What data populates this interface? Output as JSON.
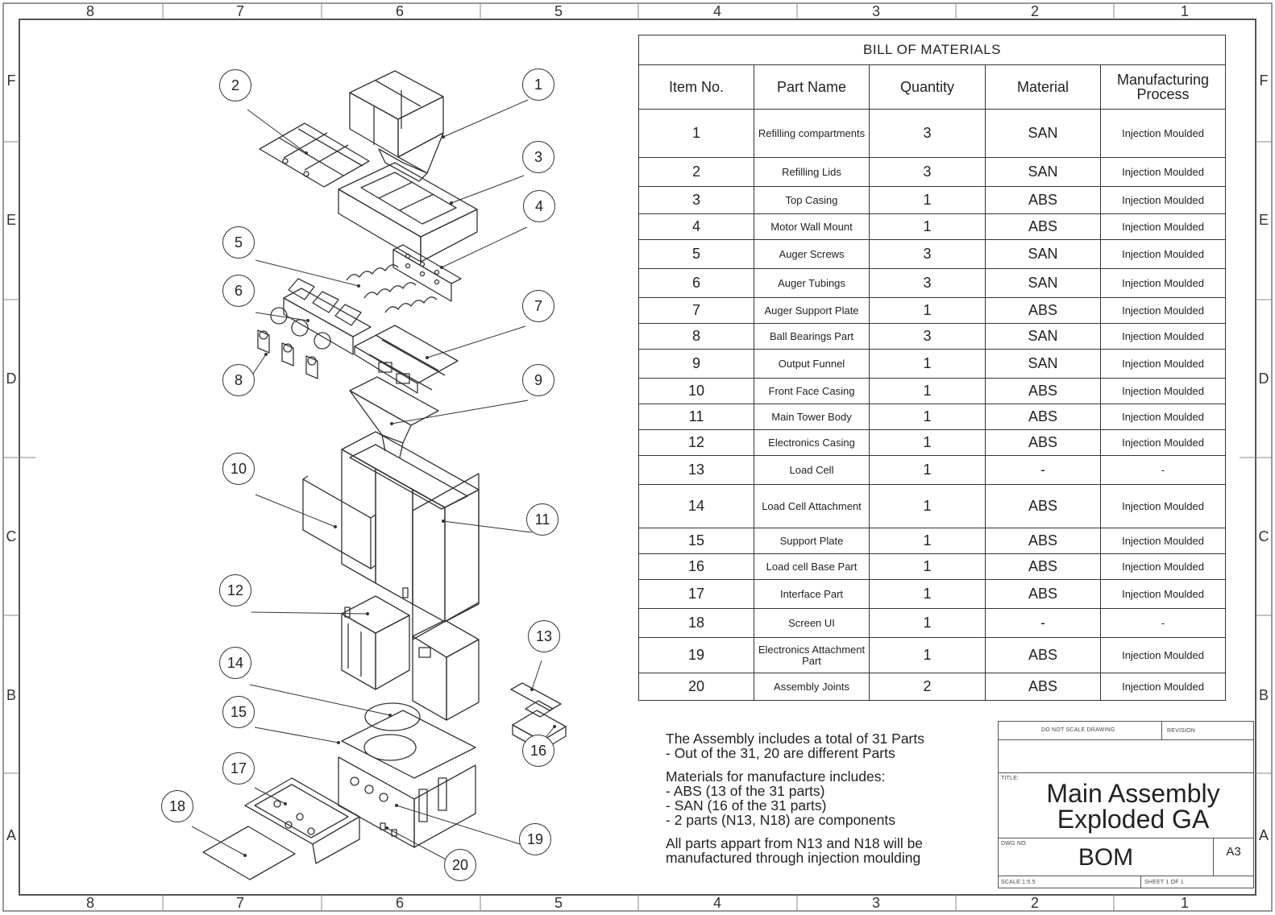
{
  "border": {
    "top_zones": [
      "8",
      "7",
      "6",
      "5",
      "4",
      "3",
      "2",
      "1"
    ],
    "bottom_zones": [
      "8",
      "7",
      "6",
      "5",
      "4",
      "3",
      "2",
      "1"
    ],
    "left_zones": [
      "F",
      "E",
      "D",
      "C",
      "B",
      "A"
    ],
    "right_zones": [
      "F",
      "E",
      "D",
      "C",
      "B",
      "A"
    ]
  },
  "bom": {
    "title": "BILL OF MATERIALS",
    "headers": [
      "Item No.",
      "Part Name",
      "Quantity",
      "Material",
      "Manufacturing Process"
    ],
    "rows": [
      {
        "item": "1",
        "name": "Refilling compartments",
        "qty": "3",
        "material": "SAN",
        "process": "Injection Moulded"
      },
      {
        "item": "2",
        "name": "Refilling Lids",
        "qty": "3",
        "material": "SAN",
        "process": "Injection Moulded"
      },
      {
        "item": "3",
        "name": "Top Casing",
        "qty": "1",
        "material": "ABS",
        "process": "Injection Moulded"
      },
      {
        "item": "4",
        "name": "Motor Wall Mount",
        "qty": "1",
        "material": "ABS",
        "process": "Injection Moulded"
      },
      {
        "item": "5",
        "name": "Auger Screws",
        "qty": "3",
        "material": "SAN",
        "process": "Injection Moulded"
      },
      {
        "item": "6",
        "name": "Auger Tubings",
        "qty": "3",
        "material": "SAN",
        "process": "Injection Moulded"
      },
      {
        "item": "7",
        "name": "Auger Support Plate",
        "qty": "1",
        "material": "ABS",
        "process": "Injection Moulded"
      },
      {
        "item": "8",
        "name": "Ball Bearings Part",
        "qty": "3",
        "material": "SAN",
        "process": "Injection Moulded"
      },
      {
        "item": "9",
        "name": "Output Funnel",
        "qty": "1",
        "material": "SAN",
        "process": "Injection Moulded"
      },
      {
        "item": "10",
        "name": "Front Face Casing",
        "qty": "1",
        "material": "ABS",
        "process": "Injection Moulded"
      },
      {
        "item": "11",
        "name": "Main Tower Body",
        "qty": "1",
        "material": "ABS",
        "process": "Injection Moulded"
      },
      {
        "item": "12",
        "name": "Electronics Casing",
        "qty": "1",
        "material": "ABS",
        "process": "Injection Moulded"
      },
      {
        "item": "13",
        "name": "Load Cell",
        "qty": "1",
        "material": "-",
        "process": "-"
      },
      {
        "item": "14",
        "name": "Load Cell Attachment",
        "qty": "1",
        "material": "ABS",
        "process": "Injection Moulded"
      },
      {
        "item": "15",
        "name": "Support Plate",
        "qty": "1",
        "material": "ABS",
        "process": "Injection Moulded"
      },
      {
        "item": "16",
        "name": "Load cell Base Part",
        "qty": "1",
        "material": "ABS",
        "process": "Injection Moulded"
      },
      {
        "item": "17",
        "name": "Interface Part",
        "qty": "1",
        "material": "ABS",
        "process": "Injection Moulded"
      },
      {
        "item": "18",
        "name": "Screen UI",
        "qty": "1",
        "material": "-",
        "process": "-"
      },
      {
        "item": "19",
        "name": "Electronics Attachment Part",
        "qty": "1",
        "material": "ABS",
        "process": "Injection Moulded"
      },
      {
        "item": "20",
        "name": "Assembly Joints",
        "qty": "2",
        "material": "ABS",
        "process": "Injection Moulded"
      }
    ]
  },
  "notes": {
    "p1": [
      "The Assembly includes a total of 31 Parts",
      "- Out of the 31, 20 are different Parts"
    ],
    "p2": [
      "Materials for manufacture includes:",
      "- ABS (13 of the 31 parts)",
      "- SAN (16 of the 31 parts)",
      "- 2 parts (N13, N18) are components"
    ],
    "p3": [
      "All parts appart from N13 and N18 will be",
      "manufactured through injection moulding"
    ]
  },
  "title_block": {
    "no_scale": "DO NOT SCALE DRAWING",
    "revision": "REVISION",
    "title_label": "TITLE:",
    "title_line1": "Main Assembly",
    "title_line2": "Exploded GA",
    "dwg_label": "DWG NO.",
    "dwg_no": "BOM",
    "size": "A3",
    "scale": "SCALE:1:5.5",
    "sheet": "SHEET 1 OF 1"
  },
  "balloons": [
    "1",
    "2",
    "3",
    "4",
    "5",
    "6",
    "7",
    "8",
    "9",
    "10",
    "11",
    "12",
    "13",
    "14",
    "15",
    "16",
    "17",
    "18",
    "19",
    "20"
  ]
}
